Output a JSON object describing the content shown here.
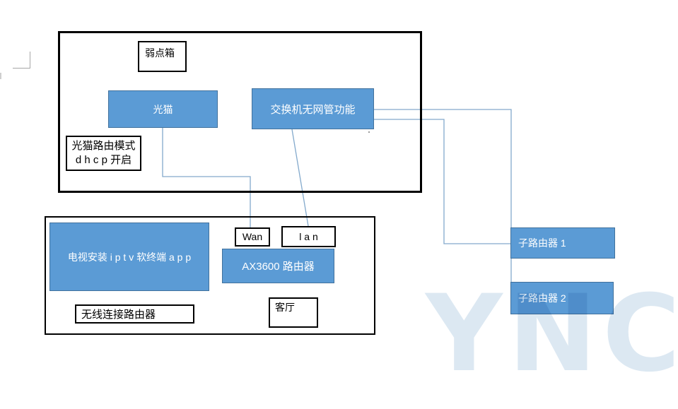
{
  "colors": {
    "node_fill": "#5b9bd5",
    "node_border": "#41719c",
    "connector": "#83a9cc",
    "outline": "#000000",
    "watermark": "#dce8f2"
  },
  "upper_group": {
    "weak_point_box": "弱点箱",
    "optical_modem": "光猫",
    "switch": "交换机无网管功能",
    "modem_note_line1": "光猫路由模式",
    "modem_note_line2": "d h c p 开启"
  },
  "lower_group": {
    "tv_iptv": "电视安装 i p t v 软终端 a p p",
    "wan_port": "Wan",
    "lan_port": "l a n",
    "ax3600_router": "AX3600 路由器",
    "wireless_note": "无线连接路由器",
    "living_room": "客厅"
  },
  "right_group": {
    "sub_router_1": "子路由器 1",
    "sub_router_2": "子路由器 2"
  },
  "watermark_text": "YNC"
}
